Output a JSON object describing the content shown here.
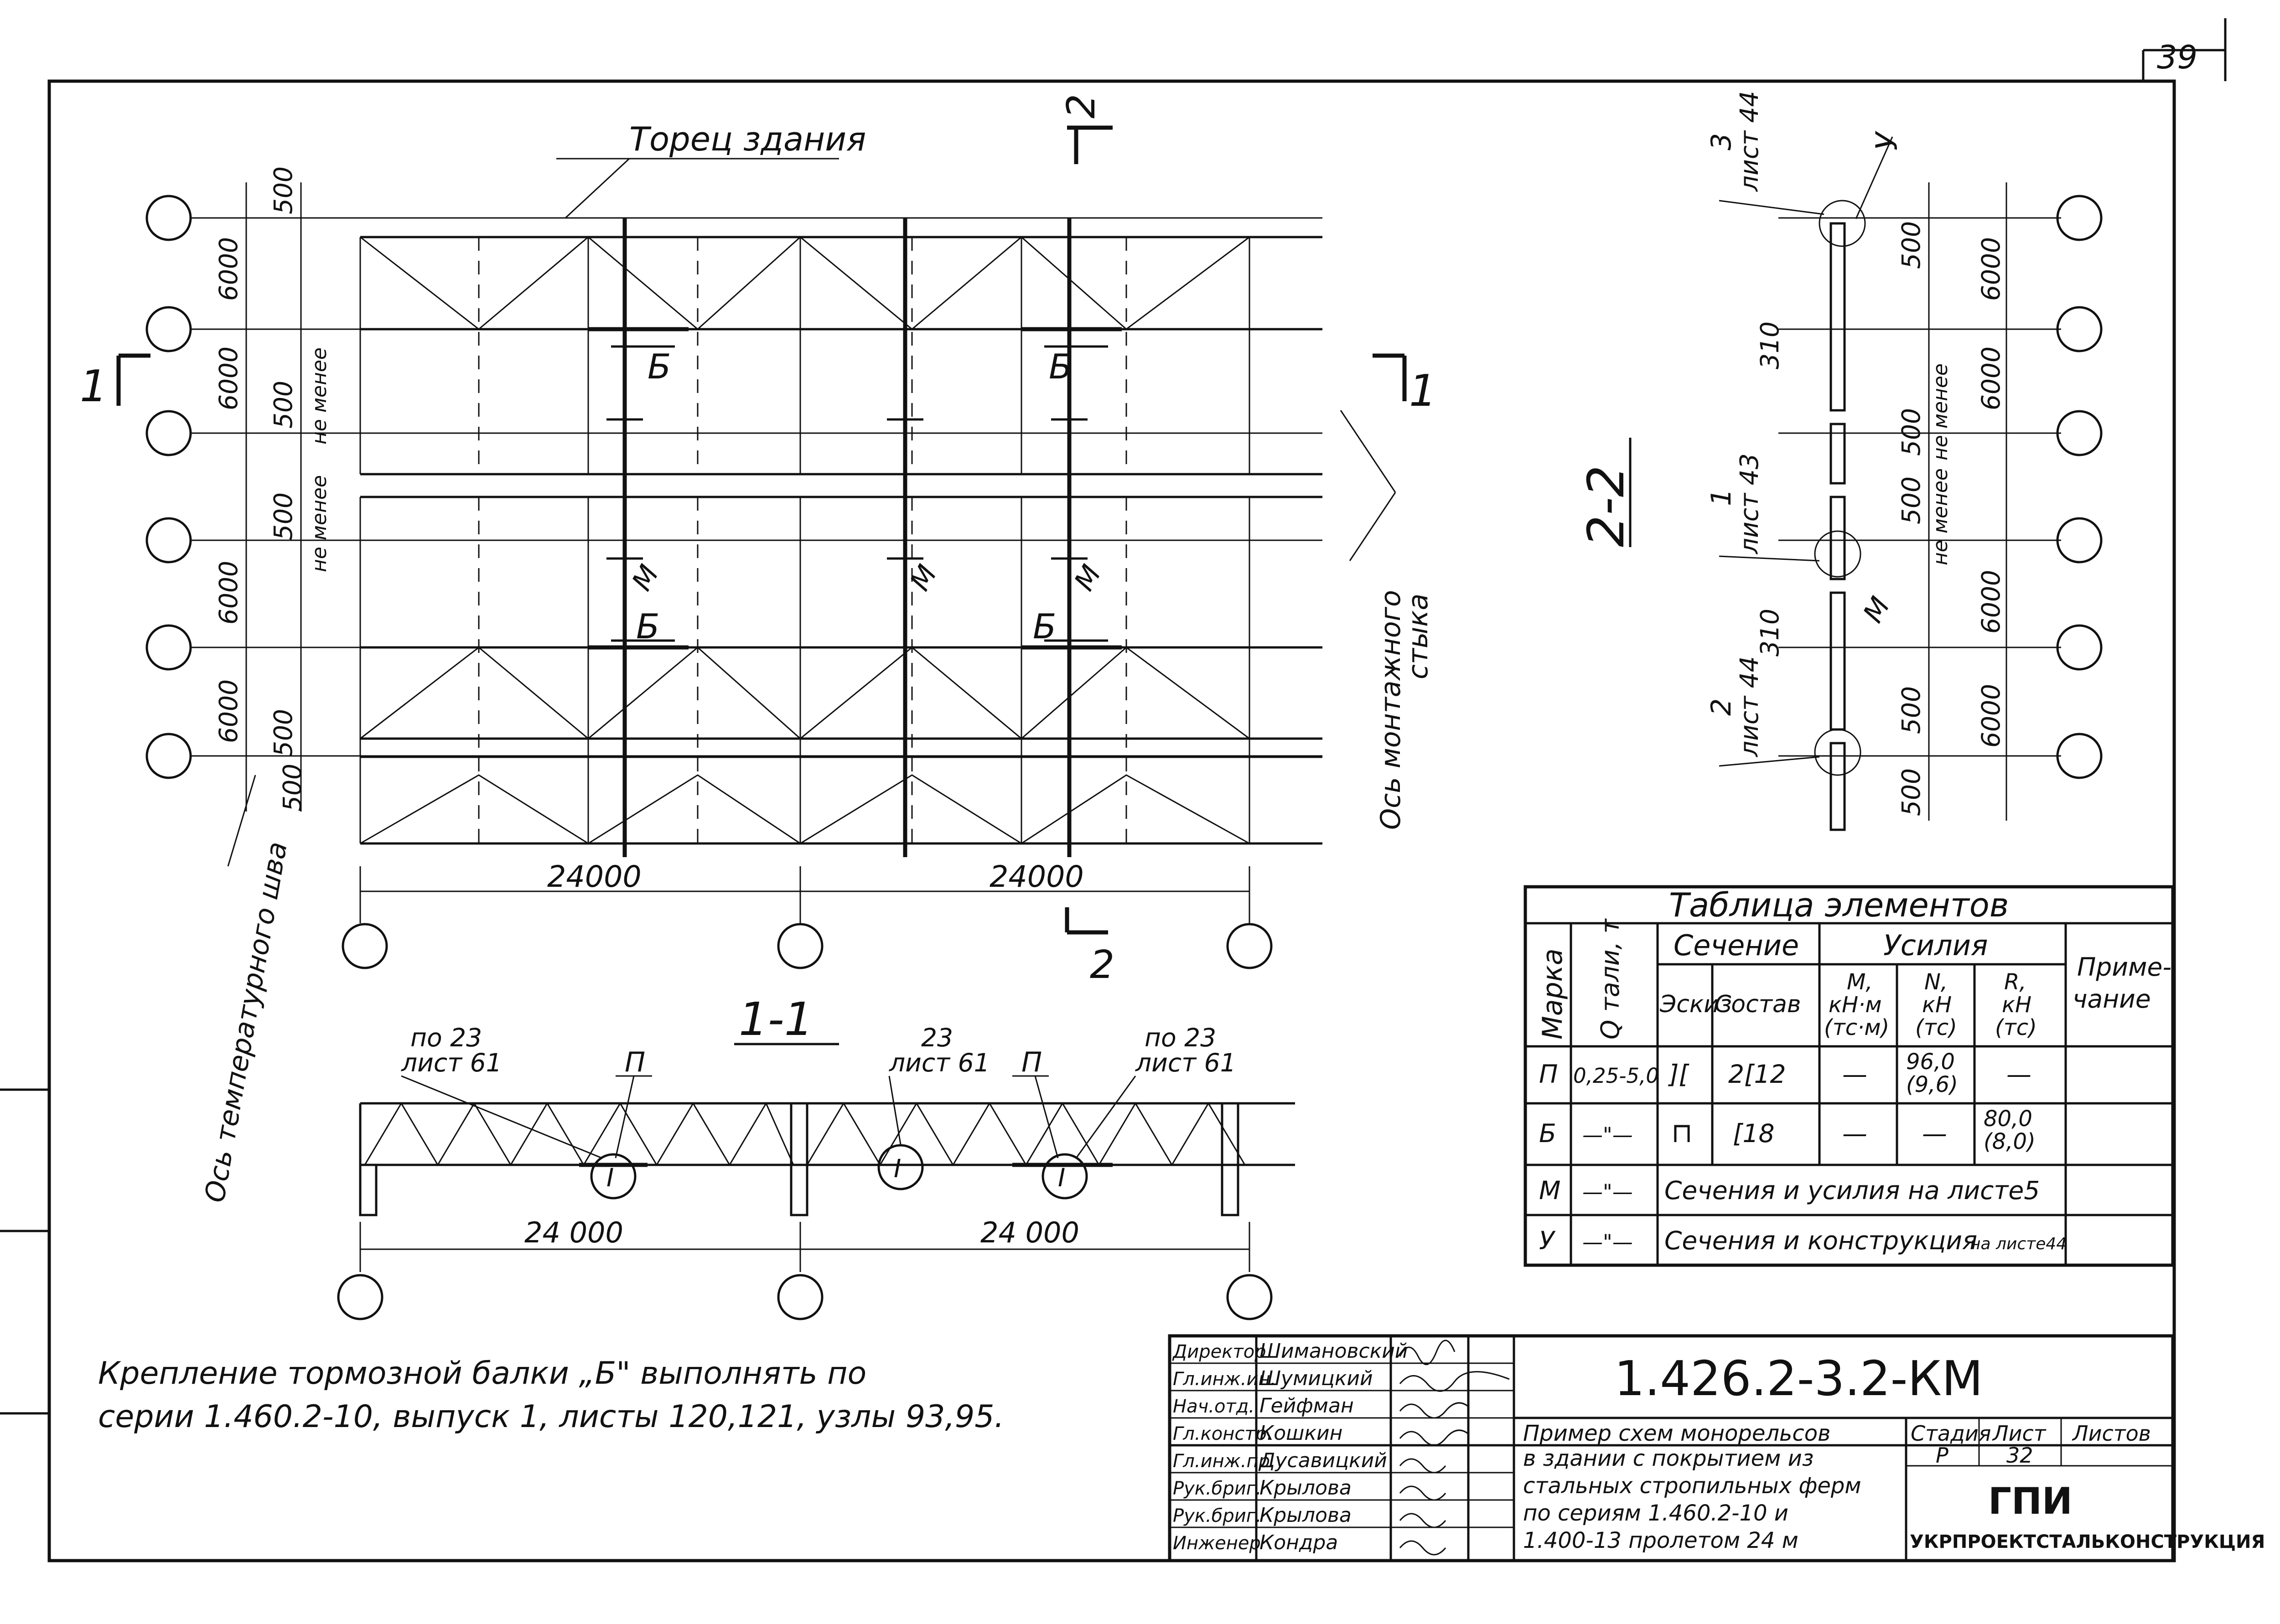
{
  "sheet_number_top": "39",
  "plan": {
    "end_label": "Торец здания",
    "beam_b": "Б",
    "monorail_m": "М",
    "dims": {
      "d500": "500",
      "d6000": "6000",
      "d24000": "24000",
      "not_less": "не менее"
    },
    "section_marks": {
      "one": "1",
      "two": "2"
    },
    "temp_joint_axis": "Ось температурного шва",
    "assembly_joint_axis_1": "Ось монтажного",
    "assembly_joint_axis_2": "стыка"
  },
  "section_22": {
    "title": "2-2",
    "node_u": "У",
    "node_m": "М",
    "callout_3": "3",
    "callout_3_sheet": "лист 44",
    "callout_1": "1",
    "callout_1_sheet": "лист 43",
    "callout_2": "2",
    "callout_2_sheet": "лист 44",
    "dims": {
      "d500": "500",
      "d310": "310",
      "d6000": "6000",
      "not_less": "не менее"
    }
  },
  "section_11": {
    "title": "1-1",
    "callout_left_1": "по 23",
    "callout_left_2": "лист 61",
    "callout_mid_1": "23",
    "callout_mid_2": "лист 61",
    "callout_right_1": "по 23",
    "callout_right_2": "лист 61",
    "mark_p": "П",
    "dim_24000": "24 000",
    "hoist_i": "I"
  },
  "elements_table": {
    "title": "Таблица элементов",
    "col_mark": "Марка",
    "col_q": "Q тали, т",
    "col_section": "Сечение",
    "col_sketch": "Эскиз",
    "col_comp": "Состав",
    "col_forces": "Усилия",
    "col_m_1": "M,",
    "col_m_2": "кН·м",
    "col_m_3": "(тс·м)",
    "col_n_1": "N,",
    "col_n_2": "кН",
    "col_n_3": "(тс)",
    "col_r_1": "R,",
    "col_r_2": "кН",
    "col_r_3": "(тс)",
    "col_note_1": "Приме-",
    "col_note_2": "чание",
    "rows": [
      {
        "mark": "П",
        "q": "0,25-5,0",
        "sketch": "][",
        "comp": "2[12",
        "m": "—",
        "n_1": "96,0",
        "n_2": "(9,6)",
        "r": "—"
      },
      {
        "mark": "Б",
        "q": "—\"—",
        "sketch": "⊓",
        "comp": "[18",
        "m": "—",
        "n": "—",
        "r_1": "80,0",
        "r_2": "(8,0)"
      },
      {
        "mark": "М",
        "q": "—\"—",
        "merged": "Сечения и усилия на листе5"
      },
      {
        "mark": "У",
        "q": "—\"—",
        "merged_1": "Сечения и конструкция",
        "merged_2": "на листе44"
      }
    ]
  },
  "note_line_1": "Крепление тормозной балки „Б\" выполнять по",
  "note_line_2": "серии 1.460.2-10, выпуск 1, листы 120,121, узлы 93,95.",
  "title_block": {
    "code": "1.426.2-3.2-КМ",
    "roles": [
      "Директор",
      "Гл.инж.ин.",
      "Нач.отд.",
      "Гл.констр.",
      "Гл.инж.пр.",
      "Рук.бриг.",
      "Рук.бриг.",
      "Инженер"
    ],
    "names": [
      "Шимановский",
      "Шумицкий",
      "Гейфман",
      "Кошкин",
      "Дусавицкий",
      "Крылова",
      "Крылова",
      "Кондра"
    ],
    "description": [
      "Пример схем монорельсов",
      "в здании с покрытием из",
      "стальных стропильных ферм",
      "по сериям 1.460.2-10 и",
      "1.400-13 пролетом 24 м"
    ],
    "stage_label": "Стадия",
    "sheet_label": "Лист",
    "sheets_label": "Листов",
    "stage_value": "Р",
    "sheet_value": "32",
    "org_logo": "ГПИ",
    "org_name": "УКРПРОЕКТСТАЛЬКОНСТРУКЦИЯ"
  }
}
